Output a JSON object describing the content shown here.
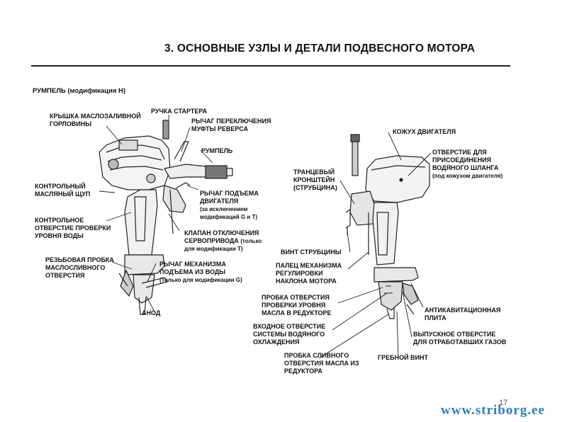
{
  "title": "3. ОСНОВНЫЕ УЗЛЫ И ДЕТАЛИ ПОДВЕСНОГО МОТОРА",
  "subtitle": "РУМПЕЛЬ (модификация Н)",
  "labels": {
    "oil_cap": [
      "КРЫШКА МАСЛОЗАЛИВНОЙ",
      "ГОРЛОВИНЫ"
    ],
    "starter": [
      "РУЧКА СТАРТЕРА"
    ],
    "reverse": [
      "РЫЧАГ ПЕРЕКЛЮЧЕНИЯ",
      "МУФТЫ РЕВЕРСА"
    ],
    "tiller": [
      "РУМПЕЛЬ"
    ],
    "dipstick": [
      "КОНТРОЛЬНЫЙ",
      "МАСЛЯНЫЙ ЩУП"
    ],
    "lift_lever": [
      "РЫЧАГ ПОДЪЕМА",
      "ДВИГАТЕЛЯ"
    ],
    "lift_note": [
      "(за исключением",
      "модификаций G и T)"
    ],
    "water_check": [
      "КОНТРОЛЬНОЕ",
      "ОТВЕРСТИЕ ПРОВЕРКИ",
      "УРОВНЯ ВОДЫ"
    ],
    "servo": [
      "КЛАПАН ОТКЛЮЧЕНИЯ",
      "СЕРВОПРИВОДА"
    ],
    "servo_note": [
      "(только",
      "для модификации T)"
    ],
    "drain_plug": [
      "РЕЗЬБОВАЯ ПРОБКА",
      "МАСЛОСЛИВНОГО",
      "ОТВЕРСТИЯ"
    ],
    "tilt_lever": [
      "РЫЧАГ МЕХАНИЗМА",
      "ПОДЪЕМА ИЗ ВОДЫ"
    ],
    "tilt_note": [
      "(Только для модификации G)"
    ],
    "anode": [
      "АНОД"
    ],
    "cowl": [
      "КОЖУХ ДВИГАТЕЛЯ"
    ],
    "hose": [
      "ОТВЕРСТИЕ ДЛЯ",
      "ПРИСОЕДИНЕНИЯ",
      "ВОДЯНОГО ШЛАНГА"
    ],
    "hose_note": [
      "(под кожухом двигателя)"
    ],
    "bracket": [
      "ТРАНЦЕВЫЙ",
      "КРОНШТЕЙН",
      "(СТРУБЦИНА)"
    ],
    "clamp_screw": [
      "ВИНТ СТРУБЦИНЫ"
    ],
    "trim_pin": [
      "ПАЛЕЦ МЕХАНИЗМА",
      "РЕГУЛИРОВКИ",
      "НАКЛОНА МОТОРА"
    ],
    "gear_check": [
      "ПРОБКА ОТВЕРСТИЯ",
      "ПРОВЕРКИ УРОВНЯ",
      "МАСЛА В РЕДУКТОРЕ"
    ],
    "anticav": [
      "АНТИКАВИТАЦИОННАЯ",
      "ПЛИТА"
    ],
    "water_intake": [
      "ВХОДНОЕ ОТВЕРСТИЕ",
      "СИСТЕМЫ ВОДЯНОГО",
      "ОХЛАЖДЕНИЯ"
    ],
    "exhaust": [
      "ВЫПУСКНОЕ ОТВЕРСТИЕ",
      "ДЛЯ ОТРАБОТАВШИХ ГАЗОВ"
    ],
    "propeller": [
      "ГРЕБНОЙ ВИНТ"
    ],
    "gear_drain": [
      "ПРОБКА СЛИВНОГО",
      "ОТВЕРСТИЯ МАСЛА ИЗ",
      "РЕДУКТОРА"
    ]
  },
  "page_number": "17",
  "watermark": "www.striborg.ee",
  "colors": {
    "ink": "#111111",
    "watermark": "#2a7fc0",
    "rule": "#222222"
  }
}
